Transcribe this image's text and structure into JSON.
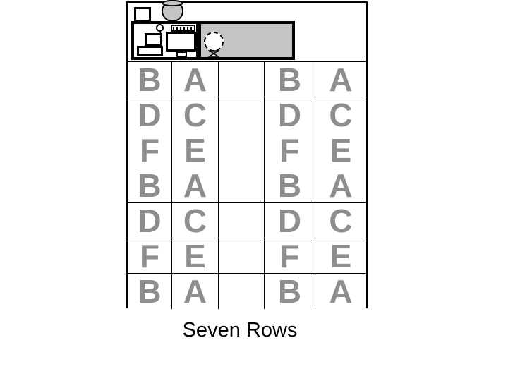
{
  "slide": {
    "caption": "Seven Rows",
    "colors": {
      "letter_gray": "#8e8e8e",
      "panel_gray": "#c4c4c4",
      "line_black": "#000000",
      "background": "#ffffff"
    },
    "table": {
      "rows": [
        {
          "cells": [
            "B",
            "A",
            "",
            "B",
            "A"
          ],
          "separator_below": true
        },
        {
          "cells": [
            "D",
            "C",
            "",
            "D",
            "C"
          ],
          "separator_below": false
        },
        {
          "cells": [
            "F",
            "E",
            "",
            "F",
            "E"
          ],
          "separator_below": false
        },
        {
          "cells": [
            "B",
            "A",
            "",
            "B",
            "A"
          ],
          "separator_below": true
        },
        {
          "cells": [
            "D",
            "C",
            "",
            "D",
            "C"
          ],
          "separator_below": true
        },
        {
          "cells": [
            "F",
            "E",
            "",
            "F",
            "E"
          ],
          "separator_below": true
        },
        {
          "cells": [
            "B",
            "A",
            "",
            "B",
            "A"
          ],
          "separator_below": false
        }
      ]
    },
    "graphics": {
      "icons": [
        "square-shape",
        "pot-icon",
        "printer-icon",
        "mouse-icon",
        "keyboard-icon",
        "monitor-icon",
        "balloon-icon"
      ]
    }
  }
}
